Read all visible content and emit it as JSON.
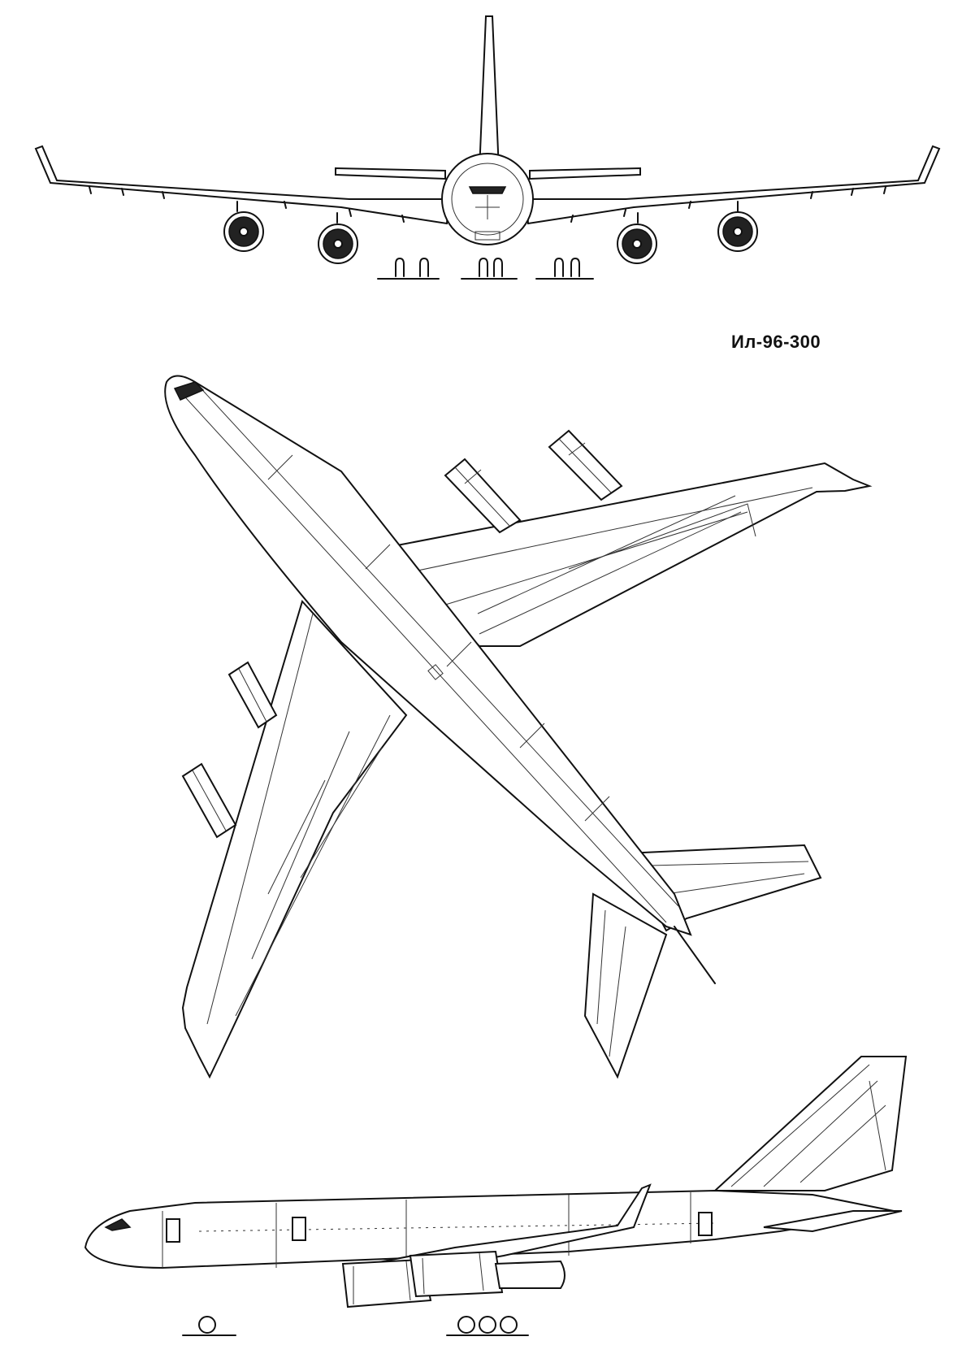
{
  "title": "Ил-96-300",
  "views": [
    {
      "id": "front-view"
    },
    {
      "id": "top-view"
    },
    {
      "id": "side-view"
    }
  ]
}
